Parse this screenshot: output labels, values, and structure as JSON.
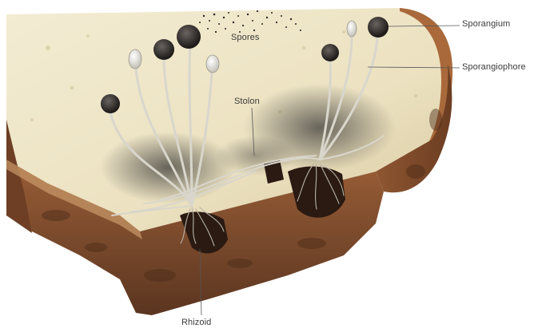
{
  "labels": {
    "spores": "Spores",
    "stolon": "Stolon",
    "sporangium": "Sporangium",
    "sporangiophore": "Sporangiophore",
    "rhizoid": "Rhizoid"
  },
  "colors": {
    "background": "#ffffff",
    "bread_crust": "#7a4a2c",
    "bread_crumb": "#efe6c7",
    "sporangium": "#2e2a28",
    "hypha": "#d9d6cc",
    "label_text": "#3a3a3a"
  }
}
